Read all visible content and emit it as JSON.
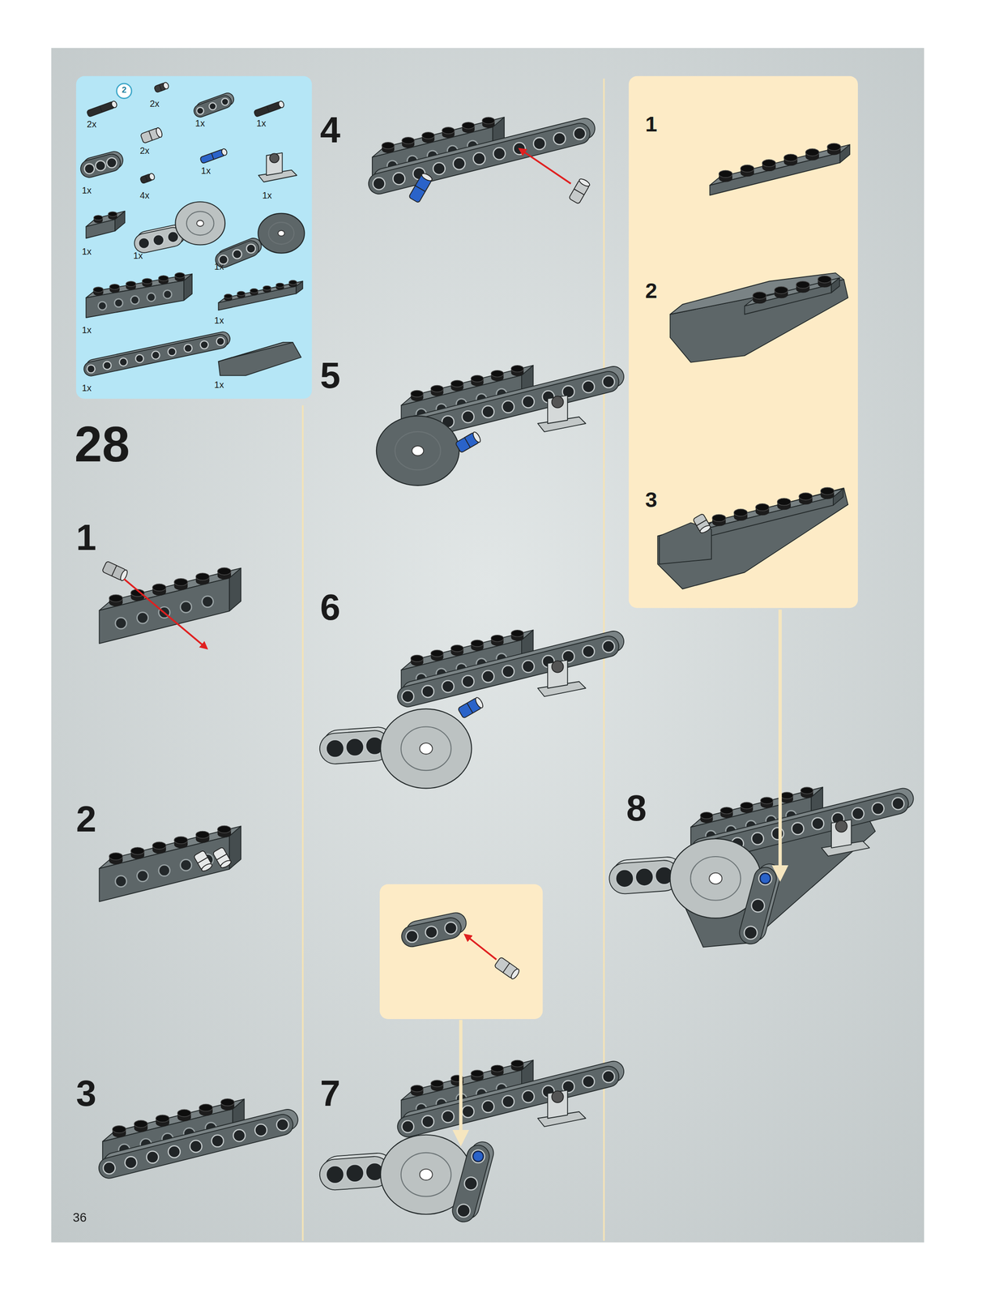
{
  "diagram": {
    "nodes": [
      {
        "text": [
          "2",
          "2x",
          "2x",
          "1x",
          "1x",
          "2x",
          "1x",
          "1x",
          "4x",
          "1x",
          "1x",
          "1x",
          "1x",
          "1x",
          "1x",
          "1x",
          "1x"
        ]
      },
      {
        "text": [
          "1",
          "2",
          "3"
        ]
      }
    ],
    "labels": [
      "28",
      "1",
      "2",
      "3",
      "4",
      "5",
      "6",
      "7",
      "8",
      "36"
    ]
  }
}
